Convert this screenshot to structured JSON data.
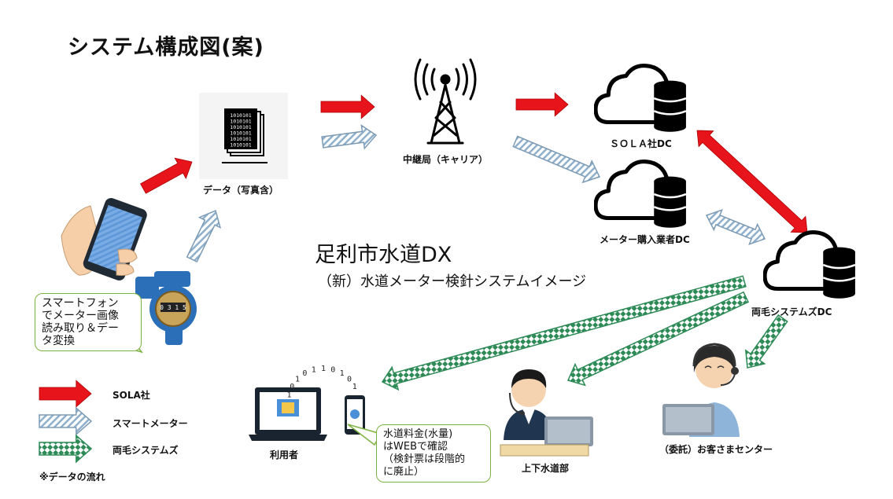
{
  "title": "システム構成図(案)",
  "heading_main": "足利市水道DX",
  "heading_sub": "（新）水道メーター検針システムイメージ",
  "nodes": {
    "data": "データ（写真含）",
    "relay": "中継局（キャリア）",
    "sola_dc": "ＳＯＬＡ社DC",
    "meter_vendor_dc": "メーター購入業者DC",
    "ryomo_dc": "両毛システムズDC",
    "user": "利用者",
    "waterworks": "上下水道部",
    "call_center": "（委託）お客さまセンター"
  },
  "callouts": {
    "smartphone": [
      "スマートフォン",
      "でメーター画像",
      "読み取り＆デー",
      "タ変換"
    ],
    "web": [
      "水道料金(水量)",
      "はWEBで確認",
      "（検針票は段階的",
      "に廃止）"
    ]
  },
  "legend": {
    "items": [
      {
        "label": "SOLA社",
        "color": "#e8141b"
      },
      {
        "label": "スマートメーター",
        "color": "#9ab7cf"
      },
      {
        "label": "両毛システムズ",
        "color": "#2e8b57"
      }
    ],
    "note": "※データの流れ"
  },
  "decor": {
    "doc_binary": "1010101",
    "meter_display": "0 3 1 5",
    "float_digits": [
      "1",
      "0",
      "1",
      "0",
      "1",
      "1",
      "0",
      "1",
      "0",
      "1"
    ]
  }
}
